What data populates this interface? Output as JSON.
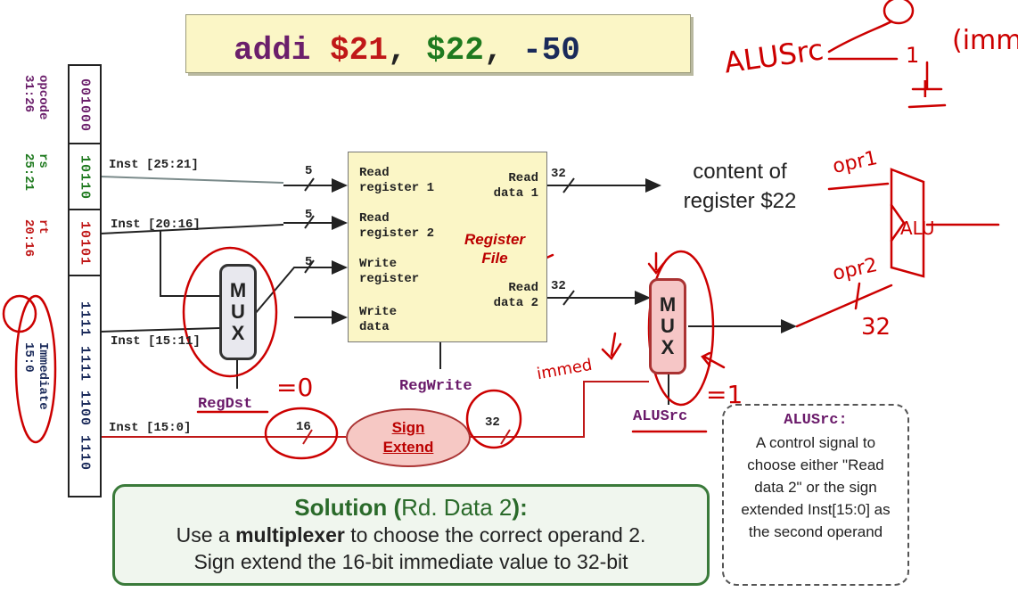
{
  "instruction": {
    "op": "addi",
    "rd": "$21",
    "sep1": ",",
    "rs": "$22",
    "sep2": ",",
    "imm": "-50"
  },
  "fields": [
    {
      "bits": "001000",
      "name": "opcode",
      "range": "31:26"
    },
    {
      "bits": "10110",
      "name": "rs",
      "range": "25:21"
    },
    {
      "bits": "10101",
      "name": "rt",
      "range": "20:16"
    },
    {
      "bits": "1111 1111 1100 1110",
      "name": "Immediate",
      "range": "15:0"
    }
  ],
  "wires": {
    "inst_25_21": "Inst [25:21]",
    "inst_20_16": "Inst [20:16]",
    "inst_15_11": "Inst [15:11]",
    "inst_15_0": "Inst [15:0]",
    "w5a": "5",
    "w5b": "5",
    "w5c": "5",
    "w32a": "32",
    "w32b": "32",
    "w16": "16",
    "w32c": "32"
  },
  "register_file": {
    "read_reg1": "Read register 1",
    "read_reg2": "Read register 2",
    "write_reg": "Write register",
    "write_data": "Write data",
    "read_data1": "Read data 1",
    "read_data2": "Read data 2",
    "title": "Register File"
  },
  "mux1": {
    "letters": [
      "M",
      "U",
      "X"
    ]
  },
  "mux2": {
    "letters": [
      "M",
      "U",
      "X"
    ]
  },
  "sign_extend": {
    "line1": "Sign",
    "line2": "Extend"
  },
  "controls": {
    "regwrite": "RegWrite",
    "regdst": "RegDst",
    "alusrc": "ALUSrc"
  },
  "content_of": {
    "line1": "content of",
    "line2": "register $22"
  },
  "solution": {
    "title_a": "Solution (",
    "title_b": "Rd. Data 2",
    "title_c": "):",
    "line2_a": "Use a ",
    "line2_b": "multiplexer",
    "line2_c": " to choose the correct operand 2.",
    "line3": "Sign extend the 16-bit immediate value to 32-bit"
  },
  "note": {
    "title": "ALUSrc:",
    "body": "A control signal to choose either \"Read data 2\" or the sign extended Inst[15:0] as the second operand"
  },
  "handwriting": {
    "alusrc": "ALUSrc",
    "zero": "0",
    "one": "1",
    "i": "I",
    "imm": "(imm",
    "opr1": "opr1",
    "opr2": "opr2",
    "alu": "ALU",
    "thirtytwo": "32",
    "regdst_eq": "=0",
    "alusrc_eq": "=1",
    "immed": "immed"
  },
  "colors": {
    "op": "#6b1f6b",
    "rd": "#c01818",
    "rs": "#1f7a1f",
    "imm": "#1a2a5a",
    "ink": "#cc0000"
  }
}
